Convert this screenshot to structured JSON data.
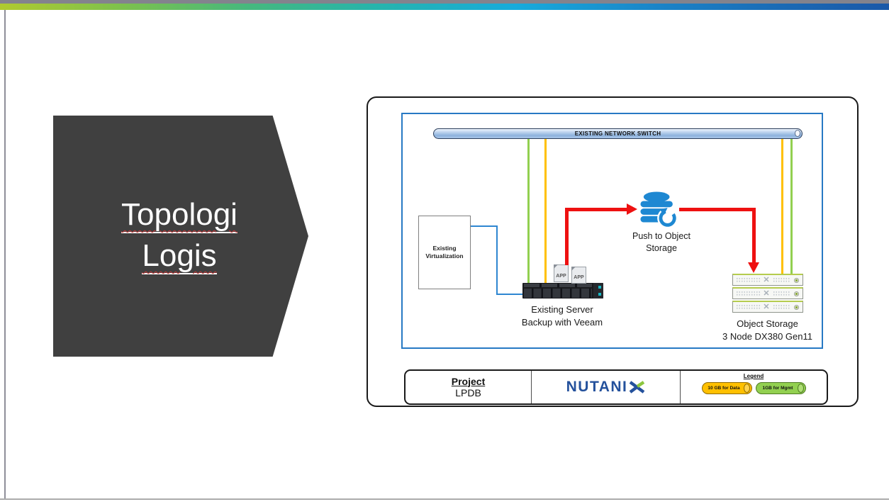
{
  "slide": {
    "title_line1": "Topologi",
    "title_line2": "Logis"
  },
  "diagram": {
    "switch_label": "EXISTING NETWORK SWITCH",
    "virtualization_label_line1": "Existing",
    "virtualization_label_line2": "Virtualization",
    "app_icons": [
      "APP",
      "APP"
    ],
    "push_label_line1": "Push to Object",
    "push_label_line2": "Storage",
    "server_label_line1": "Existing Server",
    "server_label_line2": "Backup with Veeam",
    "storage_label_line1": "Object Storage",
    "storage_label_line2": "3 Node DX380 Gen11",
    "storage_node_count": "3"
  },
  "footer": {
    "project_label": "Project",
    "project_value": "LPDB",
    "brand": "NUTANIX",
    "brand_prefix": "NUTANI",
    "legend": {
      "title": "Legend",
      "items": [
        {
          "label": "10 GB for Data",
          "color": "#ffc000"
        },
        {
          "label": "1GB for Mgmt",
          "color": "#92d050"
        }
      ]
    }
  },
  "colors": {
    "accent_green": "#92d050",
    "accent_orange": "#ffc000",
    "arrow_red": "#ee1111",
    "frame_blue": "#2779c4",
    "chevron_gray": "#404040",
    "nutanix_blue": "#24519c",
    "nutanix_green": "#8cc63f"
  }
}
